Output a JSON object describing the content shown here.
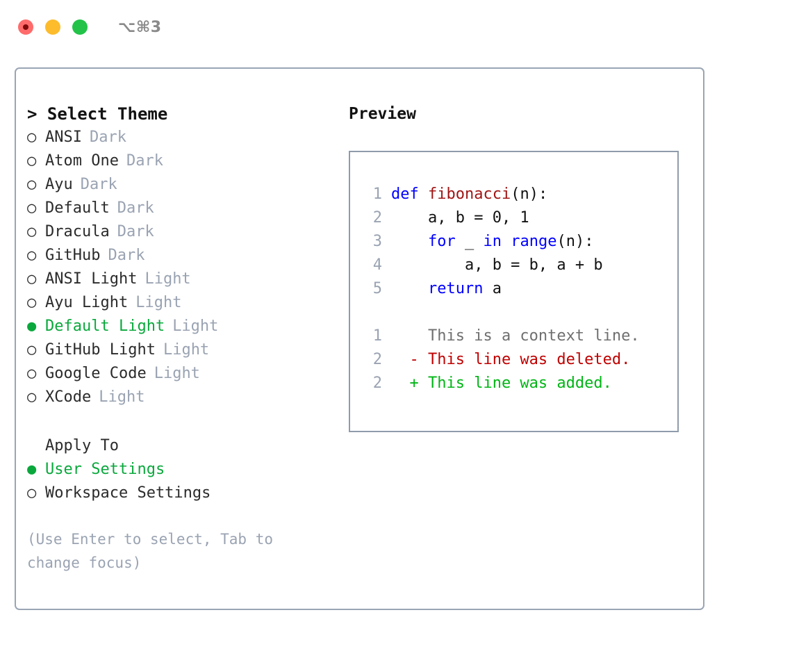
{
  "titlebar": {
    "shortcut": "⌥⌘3",
    "buttons": [
      {
        "name": "close",
        "color": "#ff6b6b"
      },
      {
        "name": "minimize",
        "color": "#fcbc2c"
      },
      {
        "name": "maximize",
        "color": "#22c348"
      }
    ]
  },
  "theme_picker": {
    "heading": "> Select Theme",
    "selected_marker": "●",
    "unselected_marker": "○",
    "items": [
      {
        "label": "ANSI",
        "variant": "Dark",
        "selected": false
      },
      {
        "label": "Atom One",
        "variant": "Dark",
        "selected": false
      },
      {
        "label": "Ayu",
        "variant": "Dark",
        "selected": false
      },
      {
        "label": "Default",
        "variant": "Dark",
        "selected": false
      },
      {
        "label": "Dracula",
        "variant": "Dark",
        "selected": false
      },
      {
        "label": "GitHub",
        "variant": "Dark",
        "selected": false
      },
      {
        "label": "ANSI Light",
        "variant": "Light",
        "selected": false
      },
      {
        "label": "Ayu Light",
        "variant": "Light",
        "selected": false
      },
      {
        "label": "Default Light",
        "variant": "Light",
        "selected": true
      },
      {
        "label": "GitHub Light",
        "variant": "Light",
        "selected": false
      },
      {
        "label": "Google Code",
        "variant": "Light",
        "selected": false
      },
      {
        "label": "XCode",
        "variant": "Light",
        "selected": false
      }
    ]
  },
  "apply_to": {
    "heading": "Apply To",
    "items": [
      {
        "label": "User Settings",
        "selected": true
      },
      {
        "label": "Workspace Settings",
        "selected": false
      }
    ]
  },
  "hint": "(Use Enter to select, Tab to change focus)",
  "preview": {
    "title": "Preview",
    "code_lines": [
      {
        "number": "1",
        "tokens": [
          {
            "text": "def ",
            "type": "kw"
          },
          {
            "text": "fibonacci",
            "type": "fn"
          },
          {
            "text": "(n):",
            "type": "plain"
          }
        ]
      },
      {
        "number": "2",
        "tokens": [
          {
            "text": "    a, b = 0, 1",
            "type": "plain"
          }
        ]
      },
      {
        "number": "3",
        "tokens": [
          {
            "text": "    ",
            "type": "plain"
          },
          {
            "text": "for",
            "type": "kw"
          },
          {
            "text": " _ ",
            "type": "plain"
          },
          {
            "text": "in",
            "type": "kw"
          },
          {
            "text": " ",
            "type": "plain"
          },
          {
            "text": "range",
            "type": "kw"
          },
          {
            "text": "(n):",
            "type": "plain"
          }
        ]
      },
      {
        "number": "4",
        "tokens": [
          {
            "text": "        a, b = b, a + b",
            "type": "plain"
          }
        ]
      },
      {
        "number": "5",
        "tokens": [
          {
            "text": "    ",
            "type": "plain"
          },
          {
            "text": "return",
            "type": "kw"
          },
          {
            "text": " a",
            "type": "plain"
          }
        ]
      }
    ],
    "diff_lines": [
      {
        "number": "1",
        "marker": " ",
        "text": "This is a context line.",
        "type": "context"
      },
      {
        "number": "2",
        "marker": "-",
        "text": "This line was deleted.",
        "type": "deleted"
      },
      {
        "number": "2",
        "marker": "+",
        "text": "This line was added.",
        "type": "added"
      }
    ]
  },
  "colors": {
    "accent_green": "#0aa83c",
    "muted_gray": "#9aa3b2",
    "border": "#9aa5b4",
    "preview_border": "#8f9bab",
    "keyword_blue": "#0000ff",
    "function_red": "#a01515",
    "diff_deleted": "#c00000",
    "diff_added": "#00b515",
    "diff_context": "#6f6f6f",
    "text": "#121212"
  }
}
